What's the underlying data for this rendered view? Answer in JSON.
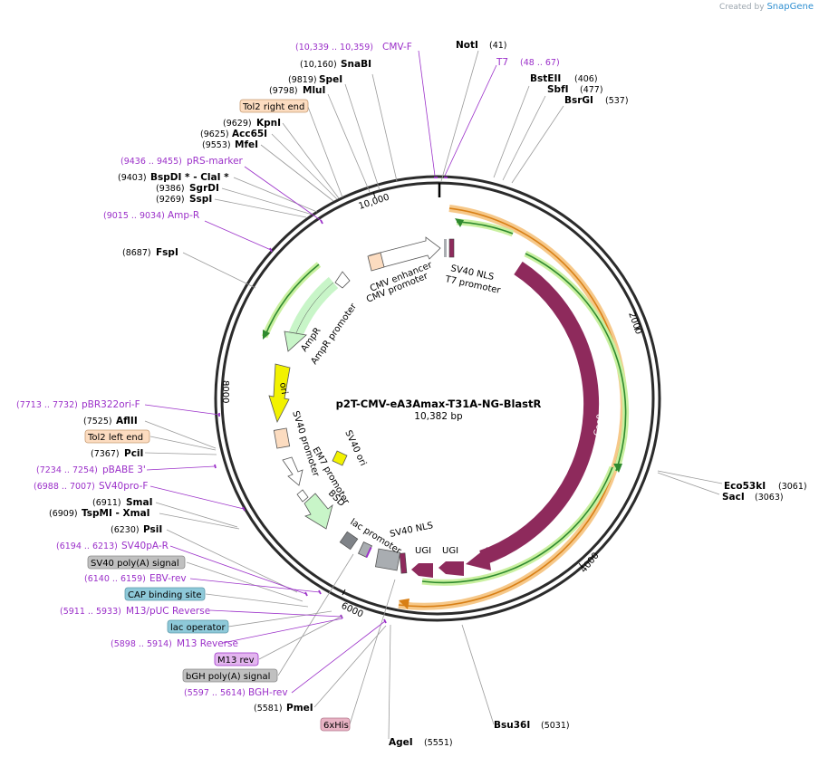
{
  "credit": {
    "prefix": "Created by",
    "brand": "SnapGene"
  },
  "plasmid": {
    "name": "p2T-CMV-eA3Amax-T31A-NG-BlastR",
    "length": "10,382 bp"
  },
  "ticks": [
    "10,000",
    "2000",
    "4000",
    "6000",
    "8000"
  ],
  "sites": [
    {
      "id": "cmvf",
      "pos": "(10,339 .. 10,359)",
      "name": "CMV-F",
      "primer": true
    },
    {
      "id": "snabi",
      "pos": "(10,160)",
      "name": "SnaBI"
    },
    {
      "id": "notI",
      "pos": "(41)",
      "name": "NotI"
    },
    {
      "id": "t7",
      "pos": "(48 .. 67)",
      "name": "T7",
      "primer": true
    },
    {
      "id": "spei",
      "pos": "(9819)",
      "name": "SpeI"
    },
    {
      "id": "mlui",
      "pos": "(9798)",
      "name": "MluI"
    },
    {
      "id": "bsteii",
      "pos": "(406)",
      "name": "BstEII"
    },
    {
      "id": "sbfi",
      "pos": "(477)",
      "name": "SbfI"
    },
    {
      "id": "bsrgi",
      "pos": "(537)",
      "name": "BsrGI"
    },
    {
      "id": "kpni",
      "pos": "(9629)",
      "name": "KpnI"
    },
    {
      "id": "acc65i",
      "pos": "(9625)",
      "name": "Acc65I"
    },
    {
      "id": "mfei",
      "pos": "(9553)",
      "name": "MfeI"
    },
    {
      "id": "prsmarker",
      "pos": "(9436 .. 9455)",
      "name": "pRS-marker",
      "primer": true
    },
    {
      "id": "bspdi",
      "pos": "(9403)",
      "name": "BspDI *  - ClaI *"
    },
    {
      "id": "sgrdi",
      "pos": "(9386)",
      "name": "SgrDI"
    },
    {
      "id": "sspi",
      "pos": "(9269)",
      "name": "SspI"
    },
    {
      "id": "ampr",
      "pos": "(9015 .. 9034)",
      "name": "Amp-R",
      "primer": true
    },
    {
      "id": "fspi",
      "pos": "(8687)",
      "name": "FspI"
    },
    {
      "id": "pbr322",
      "pos": "(7713 .. 7732)",
      "name": "pBR322ori-F",
      "primer": true
    },
    {
      "id": "aflii",
      "pos": "(7525)",
      "name": "AflII"
    },
    {
      "id": "pcii",
      "pos": "(7367)",
      "name": "PciI"
    },
    {
      "id": "pbabe",
      "pos": "(7234 .. 7254)",
      "name": "pBABE 3'",
      "primer": true
    },
    {
      "id": "sv40prof",
      "pos": "(6988 .. 7007)",
      "name": "SV40pro-F",
      "primer": true
    },
    {
      "id": "smai",
      "pos": "(6911)",
      "name": "SmaI"
    },
    {
      "id": "tspmi",
      "pos": "(6909)",
      "name": "TspMI  - XmaI"
    },
    {
      "id": "psii",
      "pos": "(6230)",
      "name": "PsiI"
    },
    {
      "id": "sv40par",
      "pos": "(6194 .. 6213)",
      "name": "SV40pA-R",
      "primer": true
    },
    {
      "id": "ebvrev",
      "pos": "(6140 .. 6159)",
      "name": "EBV-rev",
      "primer": true
    },
    {
      "id": "m13puc",
      "pos": "(5911 .. 5933)",
      "name": "M13/pUC Reverse",
      "primer": true
    },
    {
      "id": "m13rev",
      "pos": "(5898 .. 5914)",
      "name": "M13 Reverse",
      "primer": true
    },
    {
      "id": "bghrev",
      "pos": "(5597 .. 5614)",
      "name": "BGH-rev",
      "primer": true
    },
    {
      "id": "pmei",
      "pos": "(5581)",
      "name": "PmeI"
    },
    {
      "id": "agei",
      "pos": "(5551)",
      "name": "AgeI"
    },
    {
      "id": "bsu36i",
      "pos": "(5031)",
      "name": "Bsu36I"
    },
    {
      "id": "eco53ki",
      "pos": "(3061)",
      "name": "Eco53kI"
    },
    {
      "id": "saci",
      "pos": "(3063)",
      "name": "SacI"
    }
  ],
  "boxed": [
    {
      "id": "tol2right",
      "text": "Tol2 right end",
      "fill": "#fcdcc0"
    },
    {
      "id": "tol2left",
      "text": "Tol2 left end",
      "fill": "#fcdcc0"
    },
    {
      "id": "sv40polya",
      "text": "SV40 poly(A) signal",
      "fill": "#c0c0c0"
    },
    {
      "id": "capbinding",
      "text": "CAP binding site",
      "fill": "#8ec9d9"
    },
    {
      "id": "lacop",
      "text": "lac operator",
      "fill": "#8ec9d9"
    },
    {
      "id": "m13revbox",
      "text": "M13 rev",
      "fill": "#e3b5ef"
    },
    {
      "id": "bghpolya",
      "text": "bGH poly(A) signal",
      "fill": "#c0c0c0"
    },
    {
      "id": "sixhis",
      "text": "6xHis",
      "fill": "#e8b3c4"
    }
  ],
  "features": {
    "cmv_enhancer": "CMV enhancer",
    "cmv_promoter": "CMV promoter",
    "sv40_nls_top": "SV40 NLS",
    "t7_promoter": "T7 promoter",
    "ampr": "AmpR",
    "ampr_promoter": "AmpR promoter",
    "ori": "ori",
    "sv40_promoter": "SV40 promoter",
    "sv40_ori": "SV40 ori",
    "em7_promoter": "EM7 promoter",
    "bsd": "BSD",
    "lac_promoter": "lac promoter",
    "sv40_nls_bottom": "SV40 NLS",
    "ugi1": "UGI",
    "ugi2": "UGI",
    "cas9": "Cas9"
  },
  "colors": {
    "backbone": "#2b2b2b",
    "cas9": "#8e2a5c",
    "ori": "#f2f200",
    "ampr": "#c8f5c8",
    "orf_outline": "#2f8a2f",
    "orf_glow": "#c9f0a0",
    "orange_glow": "#f6c889",
    "orange_line": "#d87f15",
    "primer": "#9b30c9",
    "grey_feature": "#a9adb1"
  }
}
